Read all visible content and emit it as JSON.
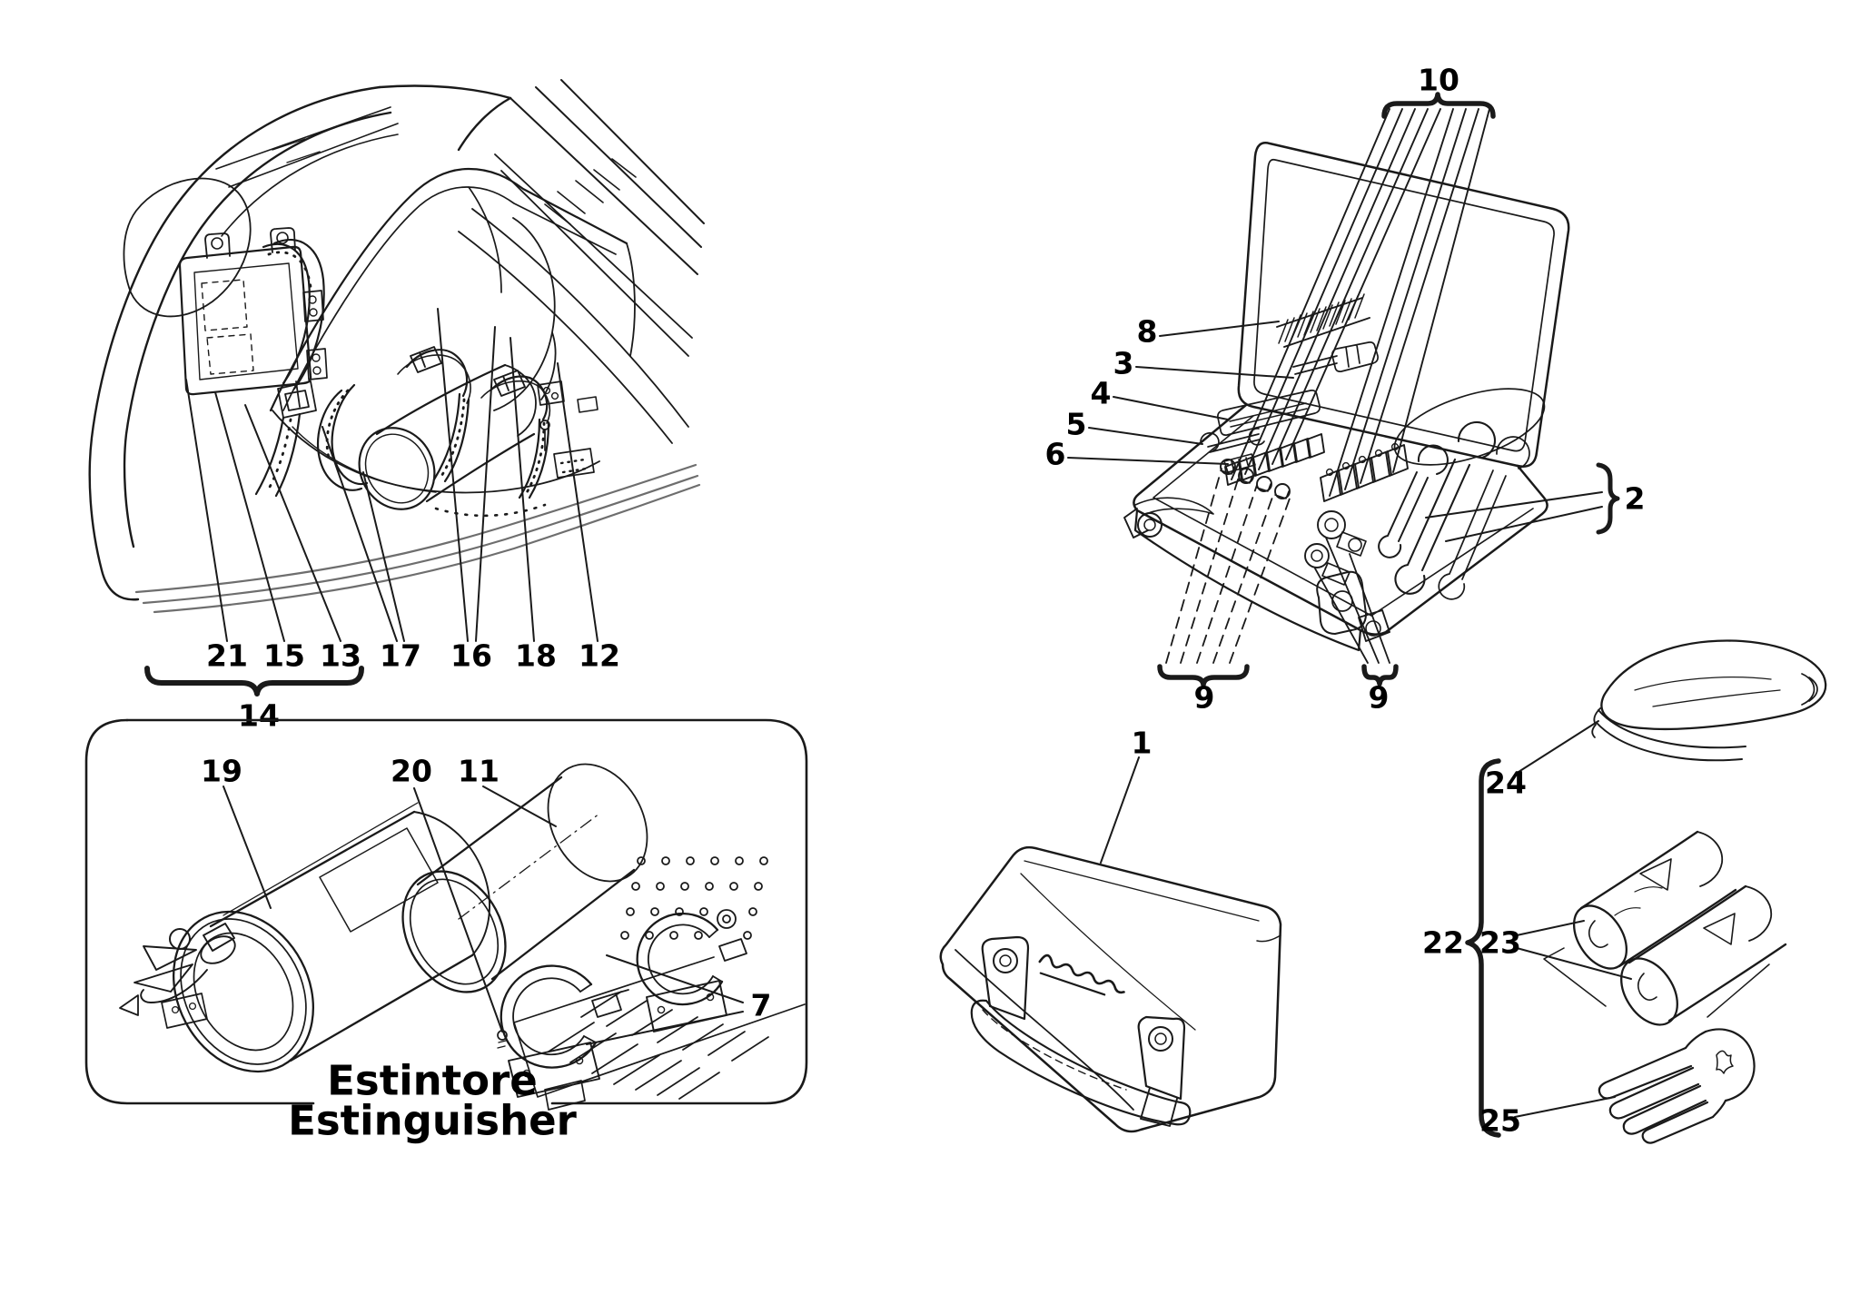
{
  "figure": {
    "kind": "parts-diagram",
    "background": "#ffffff",
    "ink_color": "#1a1a1a"
  },
  "trunk": {
    "callouts": {
      "c21": "21",
      "c15": "15",
      "c13": "13",
      "c17": "17",
      "c16": "16",
      "c18": "18",
      "c12": "12"
    },
    "group_label": "14"
  },
  "extinguisher": {
    "title_it": "Estintore",
    "title_en": "Estinguisher",
    "callouts": {
      "c19": "19",
      "c20": "20",
      "c11": "11",
      "c7": "7"
    }
  },
  "toolkit_open": {
    "callouts": {
      "c10": "10",
      "c8": "8",
      "c3": "3",
      "c4": "4",
      "c5": "5",
      "c6": "6",
      "c2": "2",
      "c9_left": "9",
      "c9_right": "9"
    }
  },
  "toolkit_closed": {
    "callout": "1",
    "logo_icon": "ferrari-script-logo"
  },
  "accessories": {
    "callouts": {
      "c24": "24",
      "c23": "23",
      "c25": "25",
      "c22": "22"
    }
  }
}
